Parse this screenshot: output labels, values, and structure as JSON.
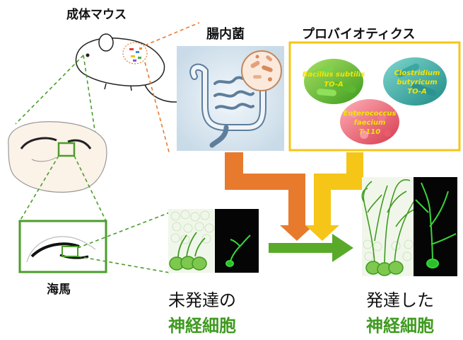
{
  "labels": {
    "adult_mouse": "成体マウス",
    "gut_bacteria": "腸内菌",
    "probiotics": "プロバイオティクス",
    "hippocampus": "海馬",
    "immature_line1": "未発達の",
    "immature_line2": "神経細胞",
    "mature_line1": "発達した",
    "mature_line2": "神経細胞"
  },
  "probiotics": [
    {
      "species": "Bacillus subtilis",
      "strain": "TO-A"
    },
    {
      "species": "Clostridium butyricum",
      "species_line1": "Clostridium",
      "species_line2": "butyricum",
      "strain": "TO-A"
    },
    {
      "species": "Enterococcus faecium",
      "species_line1": "Enterococcus",
      "species_line2": "faecium",
      "strain": "T-110"
    }
  ],
  "colors": {
    "gut_arrow": "#e87a2e",
    "probiotic_arrow": "#f5c518",
    "progress_arrow": "#5aaa2a",
    "highlight_box": "#4a9e2a",
    "probiotic_frame": "#f5c518",
    "neuron_green": "#3f9a1f"
  }
}
